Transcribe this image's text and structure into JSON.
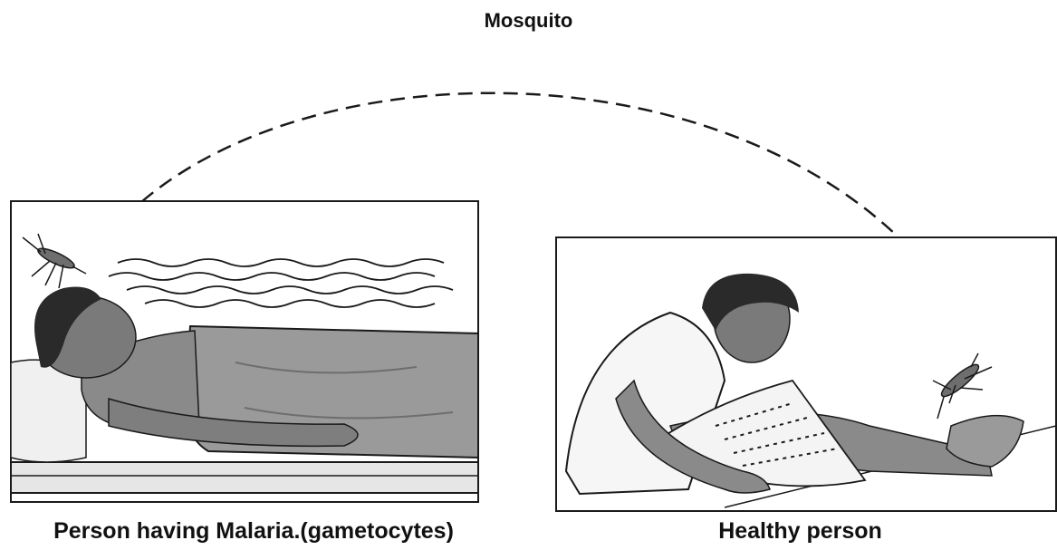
{
  "diagram": {
    "title": "Mosquito",
    "left_scene": {
      "caption": "Person having Malaria.(gametocytes)"
    },
    "right_scene": {
      "caption": "Healthy person"
    }
  },
  "colors": {
    "ink": "#1a1a1a",
    "shade_dark": "#6e6e6e",
    "shade_mid": "#9a9a9a",
    "shade_light": "#c8c8c8",
    "paper": "#f4f4f4"
  }
}
